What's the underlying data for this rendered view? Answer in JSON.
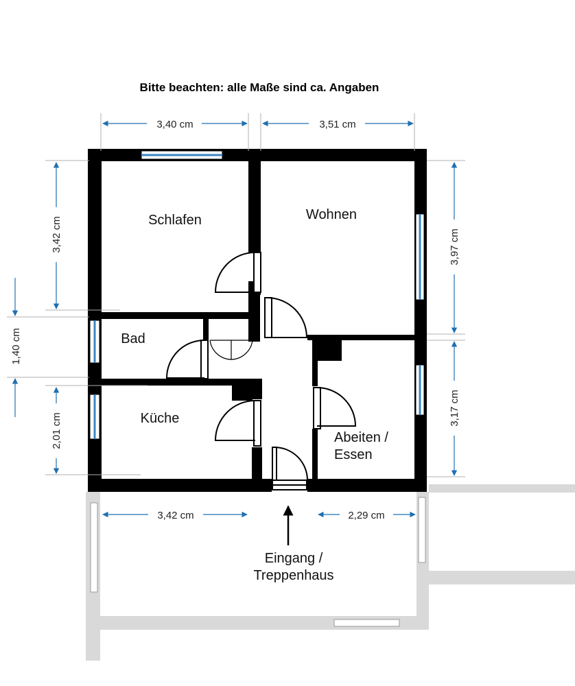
{
  "note": "Bitte beachten: alle Maße sind ca. Angaben",
  "rooms": {
    "schlafen": "Schlafen",
    "wohnen": "Wohnen",
    "bad": "Bad",
    "kueche": "Küche",
    "arbeiten_line1": "Abeiten /",
    "arbeiten_line2": "Essen"
  },
  "dimensions": {
    "top_left": "3,40 cm",
    "top_right": "3,51 cm",
    "left_top": "3,42 cm",
    "left_mid": "1,40 cm",
    "left_bottom": "2,01 cm",
    "right_top": "3,97 cm",
    "right_bottom": "3,17 cm",
    "bottom_left": "3,42 cm",
    "bottom_right": "2,29 cm"
  },
  "entrance": {
    "line1": "Eingang /",
    "line2": "Treppenhaus"
  },
  "colors": {
    "wall": "#000000",
    "arrow": "#1f6fb0",
    "window": "#3a86c4",
    "surroundings": "#d9d9d9"
  }
}
